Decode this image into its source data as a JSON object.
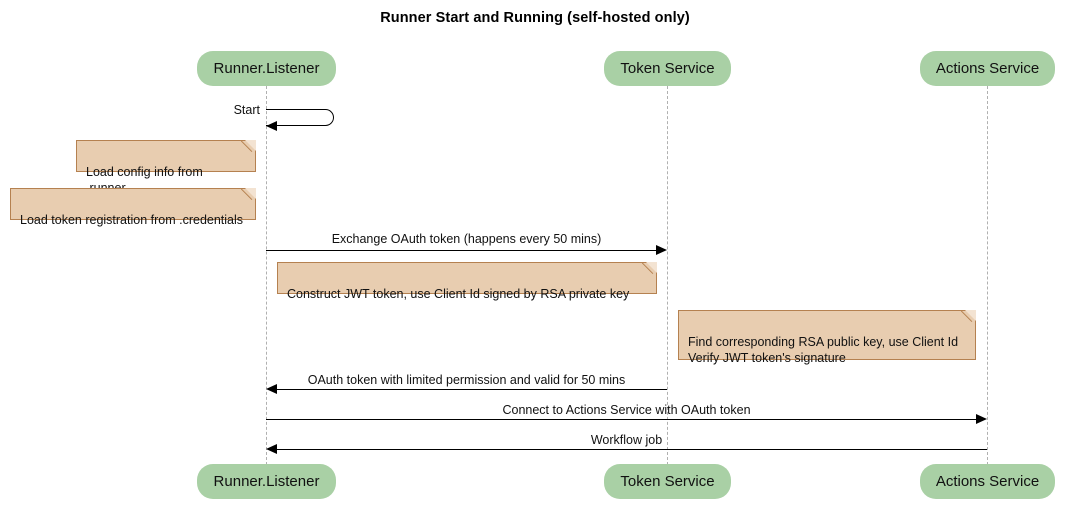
{
  "diagram": {
    "title": "Runner Start and Running (self-hosted only)",
    "colors": {
      "participant_fill": "#a9d0a5",
      "note_fill": "#e8cdb0",
      "note_border": "#b58150",
      "lifeline": "#b0b0b0",
      "message": "#000000"
    }
  },
  "participants": [
    {
      "id": "runner",
      "label": "Runner.Listener"
    },
    {
      "id": "token",
      "label": "Token Service"
    },
    {
      "id": "actions",
      "label": "Actions Service"
    }
  ],
  "participants_bottom": [
    {
      "id": "runner",
      "label": "Runner.Listener"
    },
    {
      "id": "token",
      "label": "Token Service"
    },
    {
      "id": "actions",
      "label": "Actions Service"
    }
  ],
  "messages": [
    {
      "id": "start",
      "label": "Start",
      "from": "runner",
      "to": "runner",
      "type": "self",
      "direction": "left"
    },
    {
      "id": "exchange-oauth-token",
      "label": "Exchange OAuth token (happens every 50 mins)",
      "from": "runner",
      "to": "token",
      "type": "sync",
      "direction": "right"
    },
    {
      "id": "oauth-token-reply",
      "label": "OAuth token with limited permission and valid for 50 mins",
      "from": "token",
      "to": "runner",
      "type": "sync",
      "direction": "left"
    },
    {
      "id": "connect-actions-service",
      "label": "Connect to Actions Service with OAuth token",
      "from": "runner",
      "to": "actions",
      "type": "sync",
      "direction": "right"
    },
    {
      "id": "workflow-job",
      "label": "Workflow job",
      "from": "actions",
      "to": "runner",
      "type": "sync",
      "direction": "left"
    }
  ],
  "notes": [
    {
      "id": "load-config",
      "text": "Load config info from .runner",
      "attached_to": "runner"
    },
    {
      "id": "load-token-registration",
      "text": "Load token registration from .credentials",
      "attached_to": "runner"
    },
    {
      "id": "construct-jwt",
      "text": "Construct JWT token, use Client Id signed by RSA private key",
      "attached_to": "runner"
    },
    {
      "id": "verify-jwt",
      "text": "Find corresponding RSA public key, use Client Id\nVerify JWT token's signature",
      "attached_to": "token"
    }
  ]
}
